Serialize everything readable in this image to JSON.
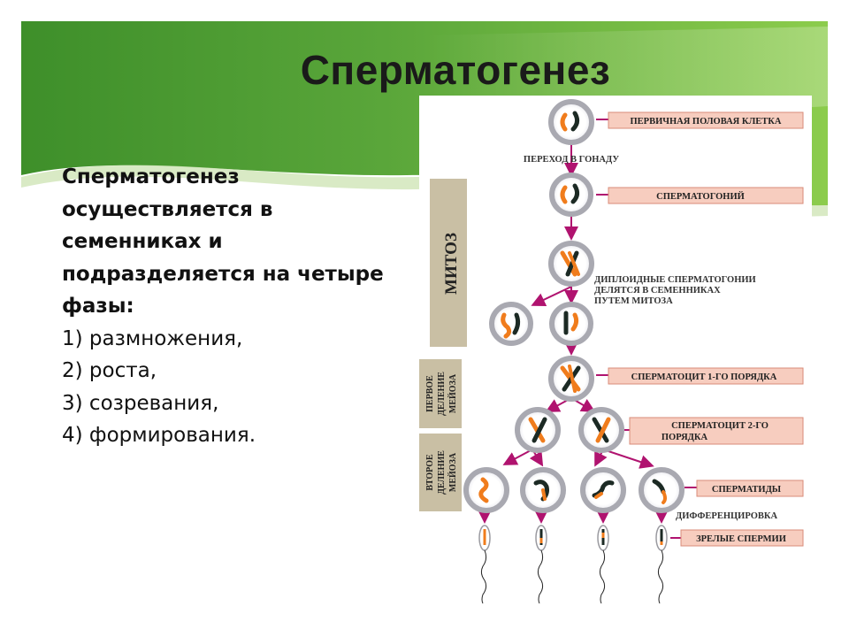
{
  "slide": {
    "title": "Сперматогенез",
    "body_lines": [
      "Сперматогенез",
      "осуществляется в",
      "семенниках и",
      "подразделяется на четыре",
      "фазы:",
      "1)  размножения,",
      "2) роста,",
      "3) созревания,",
      "4) формирования."
    ]
  },
  "figure": {
    "phase_labels": {
      "mitosis": "МИТОЗ",
      "meiosis1": [
        "ПЕРВОЕ",
        "ДЕЛЕНИЕ",
        "МЕЙОЗА"
      ],
      "meiosis2": [
        "ВТОРОЕ",
        "ДЕЛЕНИЕ",
        "МЕЙОЗА"
      ]
    },
    "stage_labels": {
      "primary_germ_cell": "ПЕРВИЧНАЯ ПОЛОВАЯ КЛЕТКА",
      "spermatogonium": "СПЕРМАТОГОНИЙ",
      "spermatocyte_1": "СПЕРМАТОЦИТ 1-ГО ПОРЯДКА",
      "spermatocyte_2": [
        "СПЕРМАТОЦИТ 2-ГО",
        "ПОРЯДКА"
      ],
      "spermatids": "СПЕРМАТИДЫ",
      "mature_sperm": "ЗРЕЛЫЕ СПЕРМИИ"
    },
    "annotations": {
      "transition": "ПЕРЕХОД В ГОНАДУ",
      "mitosis_note": [
        "ДИПЛОИДНЫЕ СПЕРМАТОГОНИИ",
        "ДЕЛЯТСЯ В СЕМЕННИКАХ",
        "ПУТЕМ МИТОЗА"
      ],
      "differentiation": "ДИФФЕРЕНЦИРОВКА"
    },
    "colors": {
      "arrow": "#b0136f",
      "label_box": "#f7cdbf",
      "label_border": "#d98b78",
      "phase_box": "#c9bfa4",
      "cell_ring": "#a9a9b1",
      "chromosome_orange": "#f07c1c",
      "chromosome_dark": "#1c2a24"
    }
  }
}
